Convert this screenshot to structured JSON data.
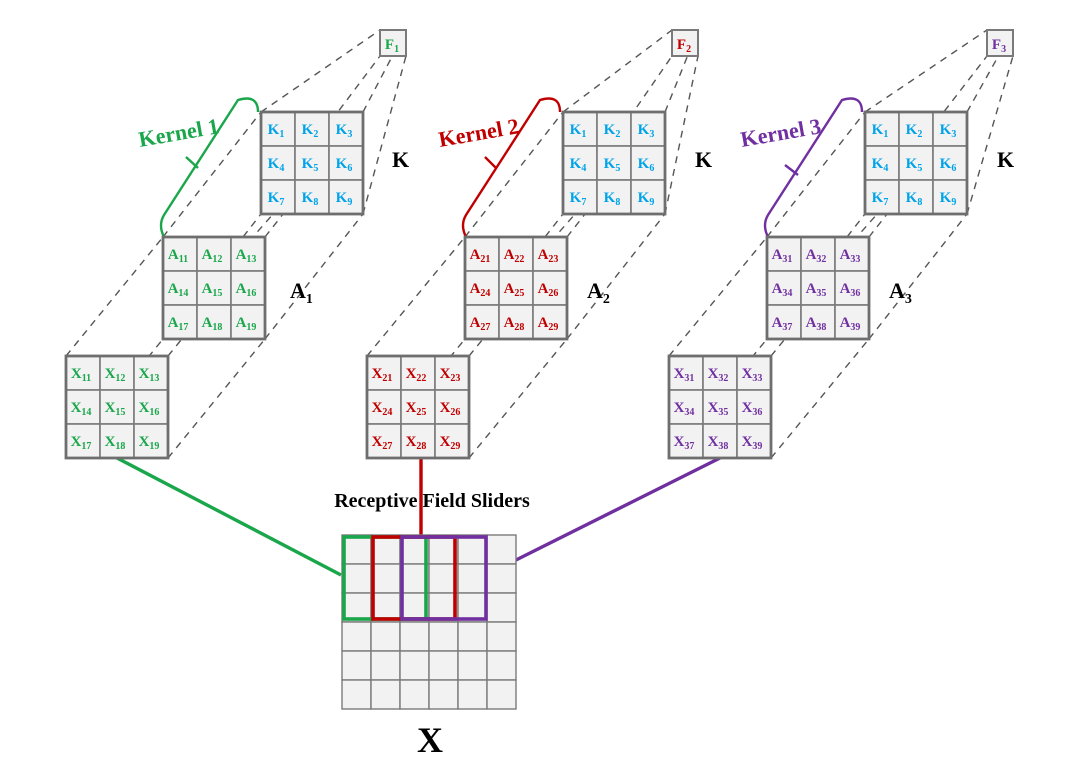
{
  "colors": {
    "kernel": [
      "#1aa64b",
      "#c00000",
      "#7030a0"
    ],
    "k": "#00a3e8",
    "text": "#000000",
    "cell_fill": "#f2f2f2",
    "cell_stroke": "#7a7a7a"
  },
  "columns": [
    {
      "kernel_label": "Kernel 1",
      "filter": "F",
      "filter_sub": "1",
      "k_name": "K",
      "a_name": "A",
      "a_sub": "1",
      "a_cells": [
        [
          "A",
          "11"
        ],
        [
          "A",
          "12"
        ],
        [
          "A",
          "13"
        ],
        [
          "A",
          "14"
        ],
        [
          "A",
          "15"
        ],
        [
          "A",
          "16"
        ],
        [
          "A",
          "17"
        ],
        [
          "A",
          "18"
        ],
        [
          "A",
          "19"
        ]
      ],
      "x_cells": [
        [
          "X",
          "11"
        ],
        [
          "X",
          "12"
        ],
        [
          "X",
          "13"
        ],
        [
          "X",
          "14"
        ],
        [
          "X",
          "15"
        ],
        [
          "X",
          "16"
        ],
        [
          "X",
          "17"
        ],
        [
          "X",
          "18"
        ],
        [
          "X",
          "19"
        ]
      ]
    },
    {
      "kernel_label": "Kernel 2",
      "filter": "F",
      "filter_sub": "2",
      "k_name": "K",
      "a_name": "A",
      "a_sub": "2",
      "a_cells": [
        [
          "A",
          "21"
        ],
        [
          "A",
          "22"
        ],
        [
          "A",
          "23"
        ],
        [
          "A",
          "24"
        ],
        [
          "A",
          "25"
        ],
        [
          "A",
          "26"
        ],
        [
          "A",
          "27"
        ],
        [
          "A",
          "28"
        ],
        [
          "A",
          "29"
        ]
      ],
      "x_cells": [
        [
          "X",
          "21"
        ],
        [
          "X",
          "22"
        ],
        [
          "X",
          "23"
        ],
        [
          "X",
          "24"
        ],
        [
          "X",
          "25"
        ],
        [
          "X",
          "26"
        ],
        [
          "X",
          "27"
        ],
        [
          "X",
          "28"
        ],
        [
          "X",
          "29"
        ]
      ]
    },
    {
      "kernel_label": "Kernel 3",
      "filter": "F",
      "filter_sub": "3",
      "k_name": "K",
      "a_name": "A",
      "a_sub": "3",
      "a_cells": [
        [
          "A",
          "31"
        ],
        [
          "A",
          "32"
        ],
        [
          "A",
          "33"
        ],
        [
          "A",
          "34"
        ],
        [
          "A",
          "35"
        ],
        [
          "A",
          "36"
        ],
        [
          "A",
          "37"
        ],
        [
          "A",
          "38"
        ],
        [
          "A",
          "39"
        ]
      ],
      "x_cells": [
        [
          "X",
          "31"
        ],
        [
          "X",
          "32"
        ],
        [
          "X",
          "33"
        ],
        [
          "X",
          "34"
        ],
        [
          "X",
          "35"
        ],
        [
          "X",
          "36"
        ],
        [
          "X",
          "37"
        ],
        [
          "X",
          "38"
        ],
        [
          "X",
          "39"
        ]
      ]
    }
  ],
  "k_cells": [
    [
      "K",
      "1"
    ],
    [
      "K",
      "2"
    ],
    [
      "K",
      "3"
    ],
    [
      "K",
      "4"
    ],
    [
      "K",
      "5"
    ],
    [
      "K",
      "6"
    ],
    [
      "K",
      "7"
    ],
    [
      "K",
      "8"
    ],
    [
      "K",
      "9"
    ]
  ],
  "sliders_label": "Receptive Field Sliders",
  "input_label": "X",
  "input_grid": {
    "rows": 6,
    "cols": 6
  }
}
